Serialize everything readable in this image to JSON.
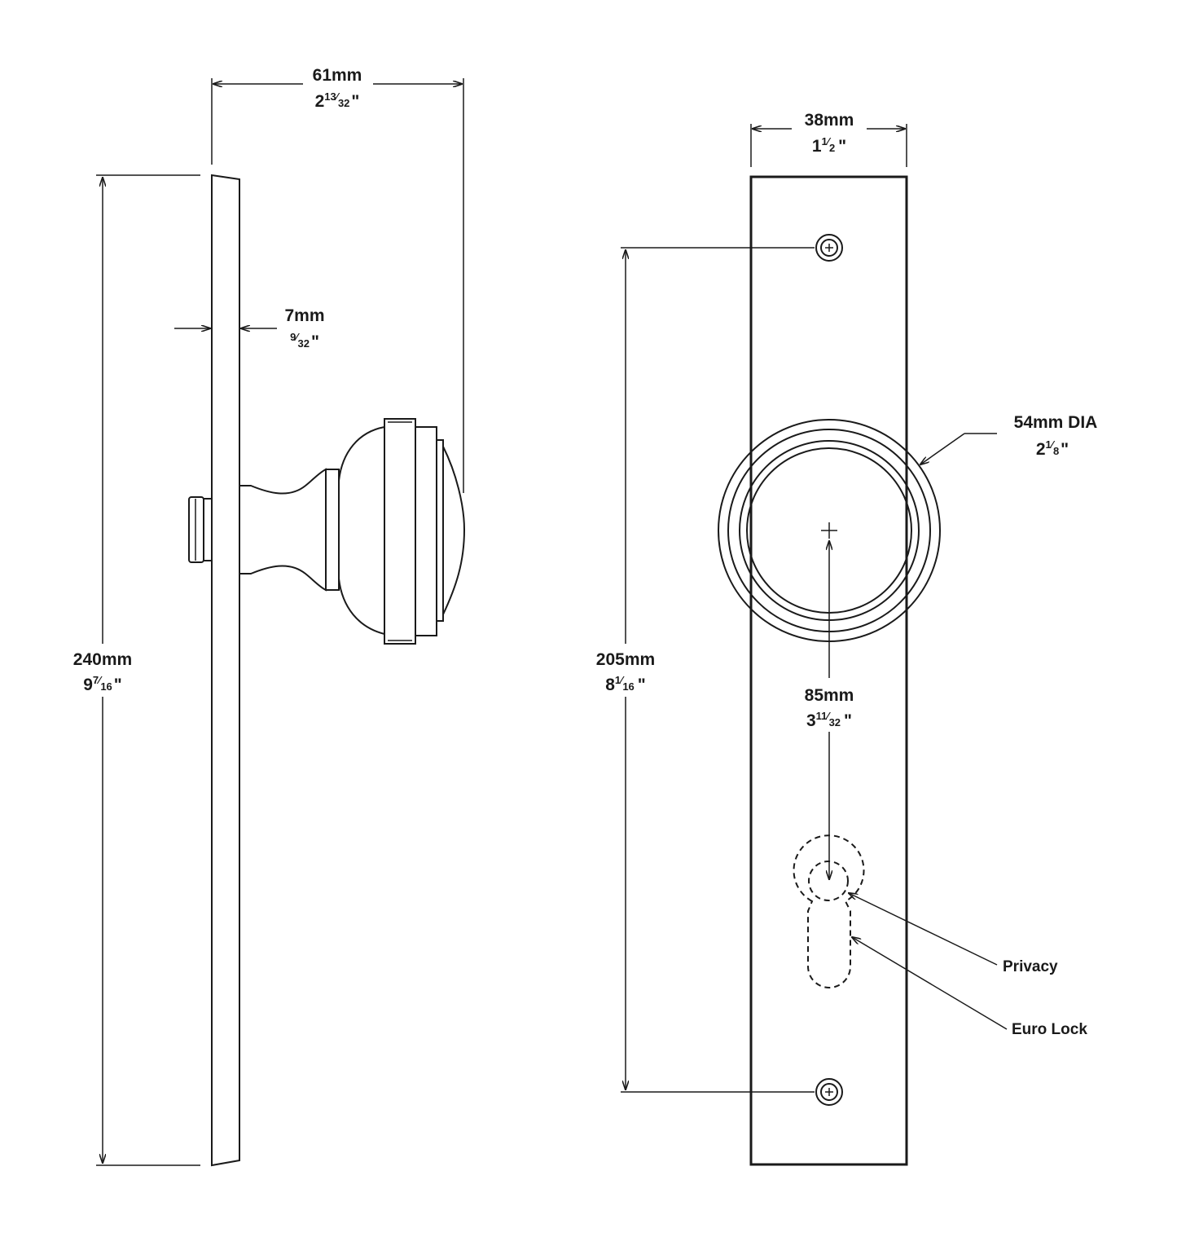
{
  "dimensions": {
    "projection": {
      "mm": "61mm",
      "whole": "2",
      "num": "13",
      "den": "32"
    },
    "plate_height": {
      "mm": "240mm",
      "whole": "9",
      "num": "7",
      "den": "16"
    },
    "plate_thickness": {
      "mm": "7mm",
      "whole": "",
      "num": "9",
      "den": "32"
    },
    "plate_width": {
      "mm": "38mm",
      "whole": "1",
      "num": "1",
      "den": "2"
    },
    "knob_diameter": {
      "mm": "54mm DIA",
      "whole": "2",
      "num": "1",
      "den": "8"
    },
    "fixing_centres": {
      "mm": "205mm",
      "whole": "8",
      "num": "1",
      "den": "16"
    },
    "backset": {
      "mm": "85mm",
      "whole": "3",
      "num": "11",
      "den": "32"
    }
  },
  "inch_mark": "\"",
  "fraction_slash": "⁄",
  "callouts": {
    "privacy": "Privacy",
    "euro_lock": "Euro Lock"
  },
  "colors": {
    "line": "#1a1a1a",
    "background": "#ffffff"
  }
}
